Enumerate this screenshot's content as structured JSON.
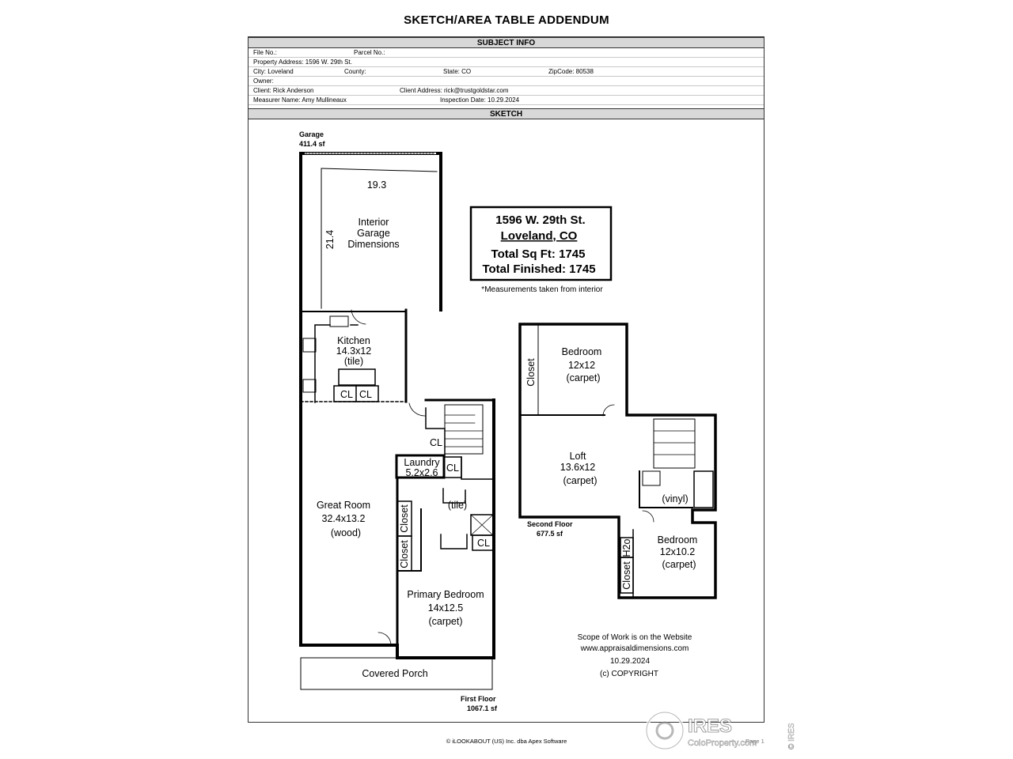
{
  "page_title": "SKETCH/AREA TABLE ADDENDUM",
  "subject_info": {
    "header": "SUBJECT INFO",
    "file_no": "File No.:",
    "parcel_no": "Parcel No.:",
    "property_address": "Property Address: 1596 W. 29th St.",
    "city": "City: Loveland",
    "county": "County:",
    "state": "State: CO",
    "zip": "ZipCode: 80538",
    "owner": "Owner:",
    "client": "Client: Rick Anderson",
    "client_address": "Client Address: rick@trustgoldstar.com",
    "measurer": "Measurer Name: Amy Mullineaux",
    "inspection_date": "Inspection Date: 10.29.2024"
  },
  "sketch": {
    "header": "SKETCH",
    "garage_label": "Garage",
    "garage_sf": "411.4 sf",
    "garage_width": "19.3",
    "garage_depth": "21.4",
    "garage_note": [
      "Interior",
      "Garage",
      "Dimensions"
    ],
    "summary": {
      "address": "1596 W. 29th St.",
      "city": "Loveland, CO",
      "total_sqft": "Total Sq Ft:  1745",
      "total_finished": "Total Finished:  1745",
      "note": "*Measurements taken from interior"
    },
    "rooms": {
      "kitchen": [
        "Kitchen",
        "14.3x12",
        "(tile)"
      ],
      "cl": "CL",
      "great_room": [
        "Great Room",
        "32.4x13.2",
        "(wood)"
      ],
      "laundry": [
        "Laundry",
        "5.2x2.6"
      ],
      "tile": "(tile)",
      "closet": "Closet",
      "primary_bedroom": [
        "Primary Bedroom",
        "14x12.5",
        "(carpet)"
      ],
      "covered_porch": "Covered Porch",
      "bedroom_up": [
        "Bedroom",
        "12x12",
        "(carpet)"
      ],
      "loft": [
        "Loft",
        "13.6x12",
        "(carpet)"
      ],
      "vinyl": "(vinyl)",
      "bedroom2": [
        "Bedroom",
        "12x10.2",
        "(carpet)"
      ],
      "h2o": "H2o"
    },
    "first_floor": [
      "First Floor",
      "1067.1 sf"
    ],
    "second_floor": [
      "Second Floor",
      "677.5 sf"
    ],
    "scope": [
      "Scope of Work is on the Website",
      "www.appraisaldimensions.com",
      "10.29.2024",
      "(c) COPYRIGHT"
    ]
  },
  "footer": "© iLOOKABOUT (US) Inc. dba Apex Software",
  "page_number": "Page 1",
  "watermark": {
    "brand": "IRES",
    "sub": "ColoProperty.com",
    "side": "© IRES"
  }
}
